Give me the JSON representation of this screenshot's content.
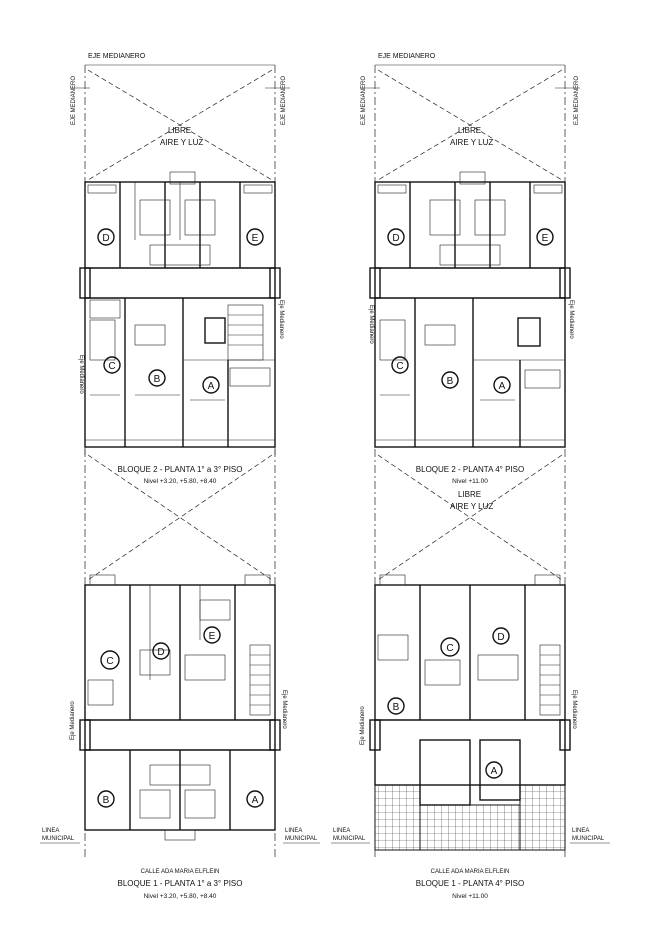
{
  "left_column": {
    "eje_top": "EJE MEDIANERO",
    "eje_side": "EJE MEDIANERO",
    "libre_top": "LIBRE",
    "aire_luz_top": "AIRE Y LUZ",
    "bloque2_title": "BLOQUE 2 - PLANTA 1° a 3° PISO",
    "bloque2_nivel": "Nivel +3.20, +5.80, +8.40",
    "eje_mediano_l": "Eje Medianero",
    "eje_mediano_r": "Eje Medianero",
    "units_b2": [
      "D",
      "E",
      "C",
      "B",
      "A"
    ],
    "units_b1": [
      "C",
      "D",
      "E",
      "B",
      "A"
    ],
    "linea_municipal": [
      "LINEA",
      "MUNICIPAL"
    ],
    "calle": "CALLE ADA MARIA ELFLEIN",
    "bloque1_title": "BLOQUE 1 - PLANTA 1° a 3° PISO",
    "bloque1_nivel": "Nivel +3.20, +5.80, +8.40"
  },
  "right_column": {
    "eje_top": "EJE MEDIANERO",
    "eje_side": "EJE MEDIANERO",
    "libre_top": "LIBRE",
    "aire_luz_top": "AIRE Y LUZ",
    "bloque2_title": "BLOQUE 2 - PLANTA 4° PISO",
    "bloque2_nivel": "Nivel +11.00",
    "libre_mid": "LIBRE",
    "aire_luz_mid": "AIRE Y LUZ",
    "eje_mediano_l": "Eje Medianero",
    "eje_mediano_r": "Eje Medianero",
    "units_b2": [
      "D",
      "E",
      "C",
      "B",
      "A"
    ],
    "units_b1": [
      "C",
      "D",
      "B",
      "A"
    ],
    "linea_municipal": [
      "LINEA",
      "MUNICIPAL"
    ],
    "calle": "CALLE ADA MARIA ELFLEIN",
    "bloque1_title": "BLOQUE 1 - PLANTA 4° PISO",
    "bloque1_nivel": "Nivel +11.00"
  },
  "colors": {
    "line": "#111111",
    "background": "#ffffff"
  }
}
